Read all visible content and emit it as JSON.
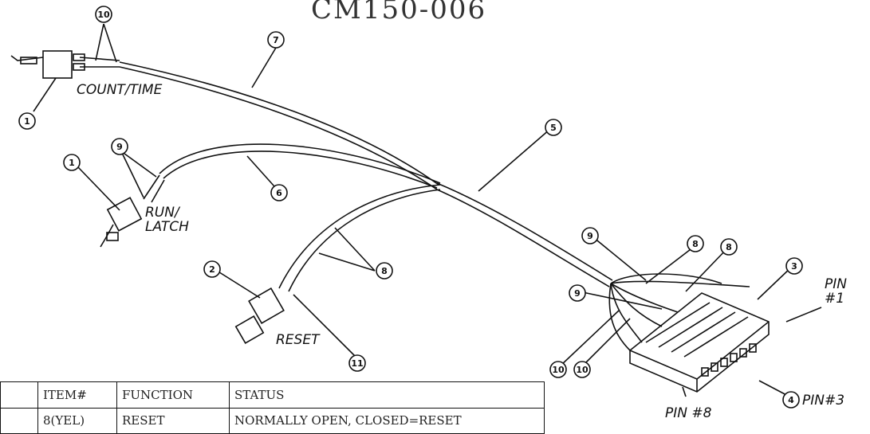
{
  "title": "CM150-006",
  "labels": {
    "count_time": "COUNT/TIME",
    "run_latch": "RUN/\nLATCH",
    "reset": "RESET",
    "pin1": "PIN\n#1",
    "pin3": "PIN#3",
    "pin8": "PIN #8"
  },
  "balloons": {
    "b10_top": "10",
    "b7": "7",
    "b1_top": "1",
    "b9_left": "9",
    "b1_mid": "1",
    "b6": "6",
    "b5": "5",
    "b2": "2",
    "b8_left": "8",
    "b11": "11",
    "b9_r1": "9",
    "b8_r1": "8",
    "b8_r2": "8",
    "b3": "3",
    "b9_r2": "9",
    "b10_r1": "10",
    "b10_r2": "10",
    "b4": "4"
  },
  "table": {
    "headers": [
      "",
      "ITEM#",
      "FUNCTION",
      "STATUS"
    ],
    "rows": [
      [
        "",
        "8(YEL)",
        "RESET",
        "NORMALLY OPEN, CLOSED=RESET"
      ]
    ]
  }
}
